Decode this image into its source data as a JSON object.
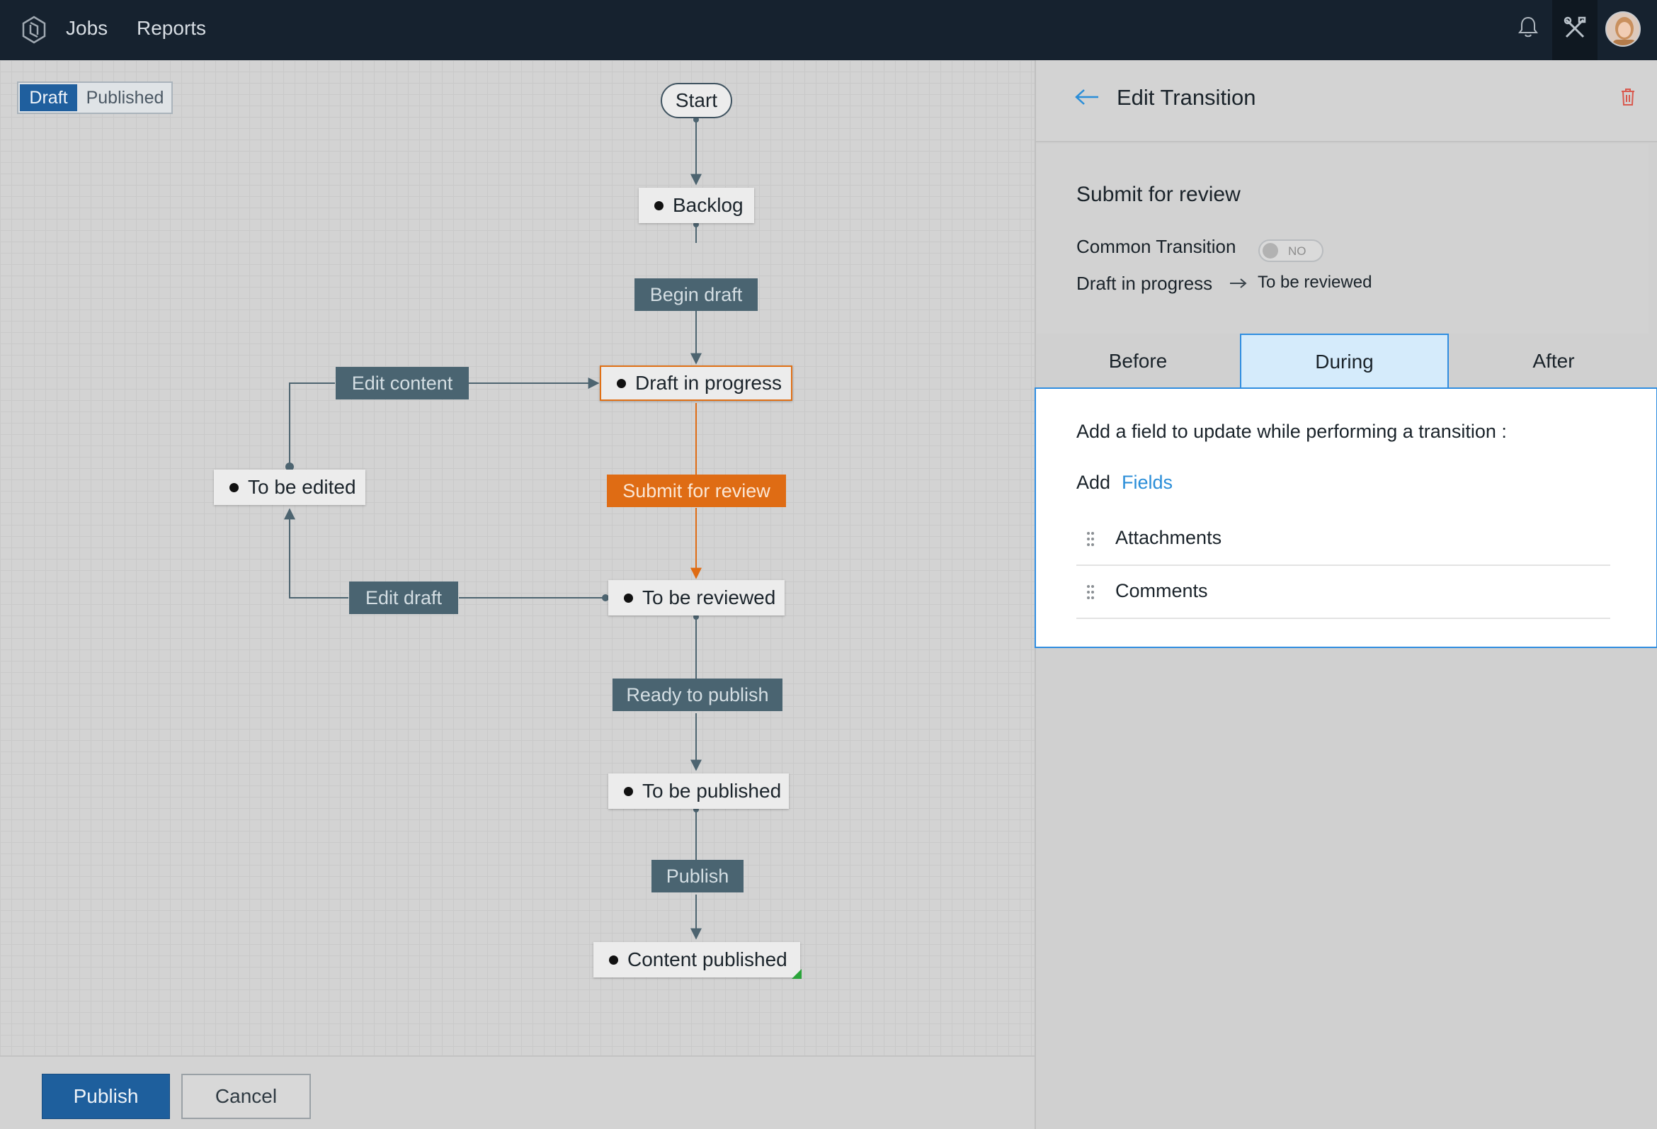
{
  "nav": {
    "jobs": "Jobs",
    "reports": "Reports",
    "icons": [
      "logo-icon",
      "bell-icon",
      "tools-icon",
      "avatar"
    ]
  },
  "canvas": {
    "mode_toggle": {
      "draft": "Draft",
      "published": "Published",
      "selected": "Draft"
    },
    "start": "Start",
    "states": {
      "backlog": "Backlog",
      "draft_in_progress": "Draft in progress",
      "to_be_edited": "To be edited",
      "to_be_reviewed": "To be reviewed",
      "to_be_published": "To be published",
      "content_published": "Content published"
    },
    "transitions": {
      "begin_draft": "Begin draft",
      "edit_content": "Edit content",
      "submit_for_review": "Submit for review",
      "edit_draft": "Edit draft",
      "ready_to_publish": "Ready to publish",
      "publish": "Publish"
    },
    "colors": {
      "active": "#df6c14",
      "transition": "#4a6471",
      "edge": "#4d6470",
      "final_marker": "#2aa43a"
    }
  },
  "footer": {
    "publish": "Publish",
    "cancel": "Cancel"
  },
  "panel": {
    "title": "Edit Transition",
    "transition_name": "Submit for review",
    "common_transition_label": "Common Transition",
    "common_transition_value": "NO",
    "from_state": "Draft in progress",
    "to_state": "To be reviewed",
    "tabs": [
      {
        "label": "Before"
      },
      {
        "label": "During"
      },
      {
        "label": "After"
      }
    ],
    "active_tab": "During",
    "during": {
      "description": "Add a field to update while performing a transition :",
      "add_label": "Add",
      "fields_link": "Fields",
      "fields": [
        "Attachments",
        "Comments"
      ]
    }
  }
}
